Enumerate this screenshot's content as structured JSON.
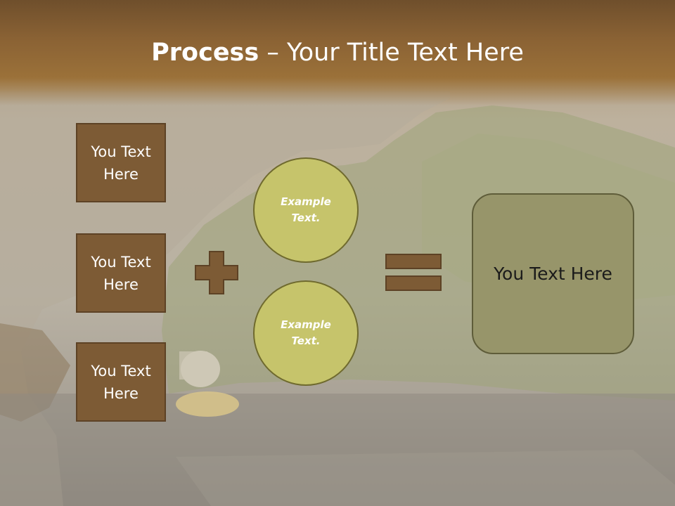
{
  "slide": {
    "title_bold": "Process",
    "title_rest": " – Your Title Text Here",
    "boxes": [
      {
        "label": "You Text Here"
      },
      {
        "label": "You Text Here"
      },
      {
        "label": "You Text Here"
      }
    ],
    "circles": [
      {
        "label": "Example Text."
      },
      {
        "label": "Example Text."
      }
    ],
    "result_label": "You Text Here",
    "colors": {
      "title_band": "#8a6234",
      "box_fill": "#7d5b35",
      "circle_fill": "#c6c46b",
      "result_fill": "#97956a"
    }
  }
}
